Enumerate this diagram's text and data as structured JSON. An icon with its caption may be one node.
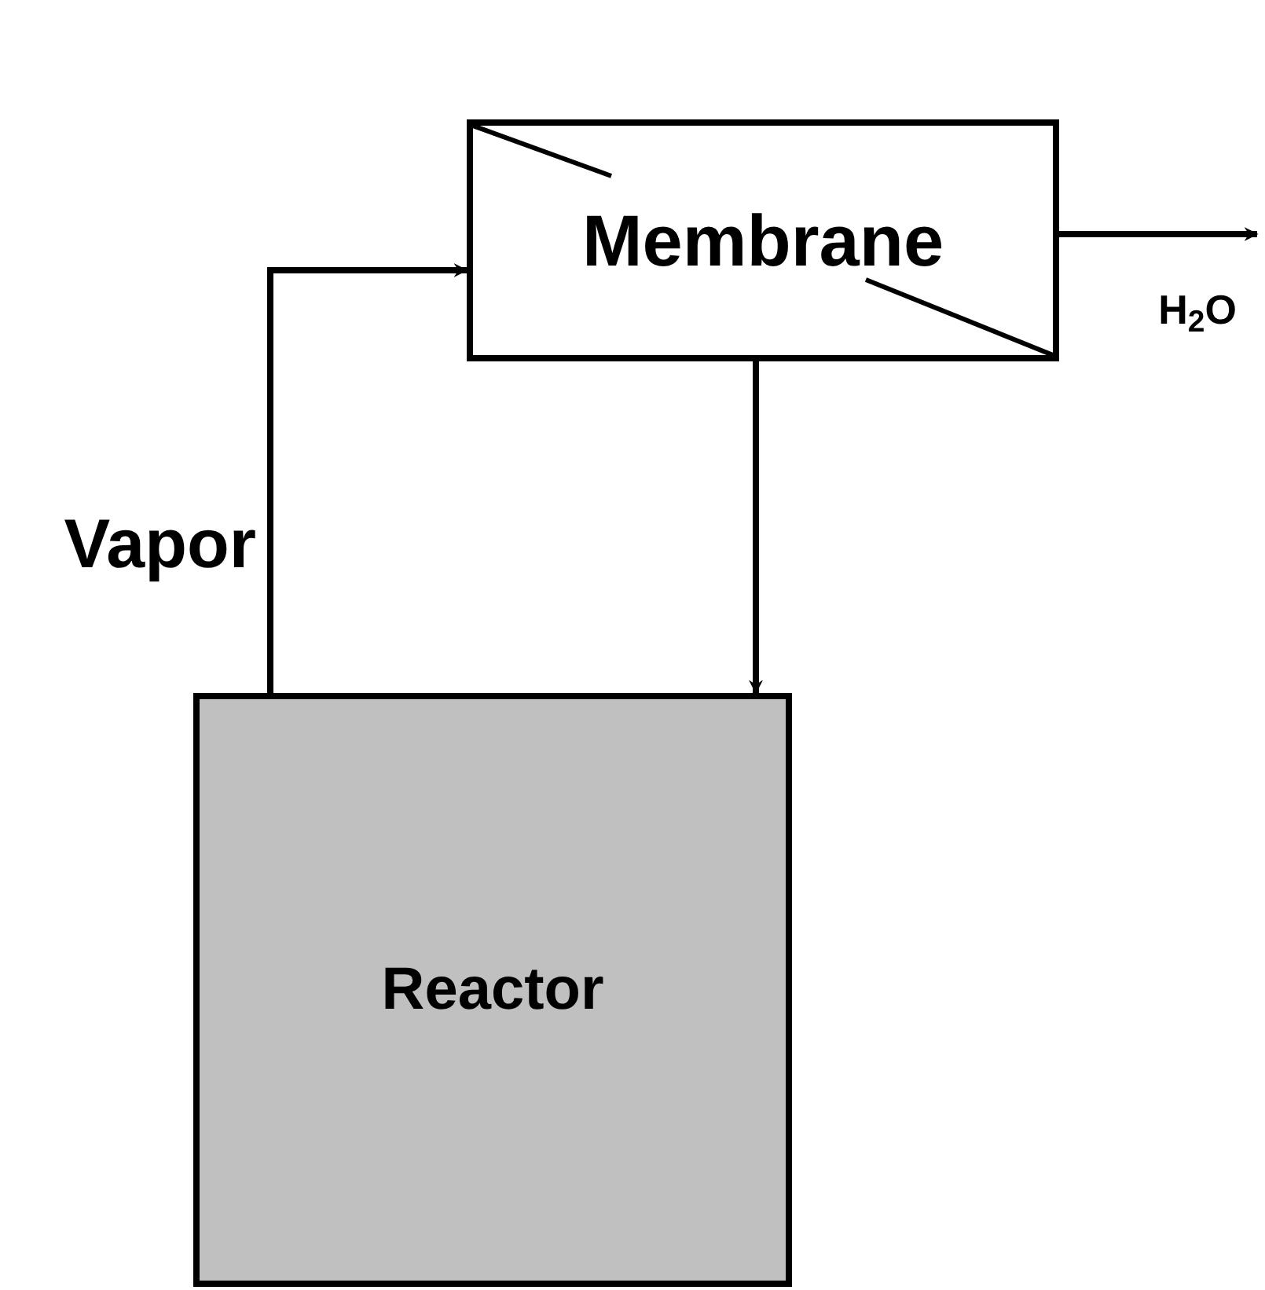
{
  "diagram": {
    "nodes": [
      {
        "text": [
          "Membrane"
        ]
      },
      {
        "text": [
          "Reactor"
        ]
      }
    ],
    "edges": [
      {
        "from": 1,
        "to": 0,
        "arrow": "to",
        "label": "Vapor"
      },
      {
        "from": 0,
        "to": 1,
        "arrow": "to"
      },
      {
        "from": 0,
        "to": null,
        "arrow": "to",
        "label": "H$_{2}$O"
      }
    ]
  }
}
